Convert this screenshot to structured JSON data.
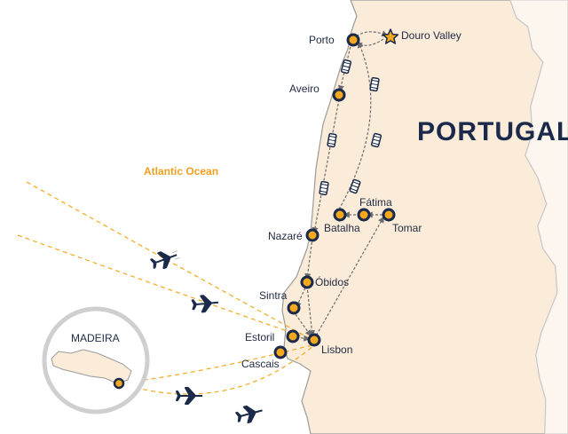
{
  "country_label": "PORTUGAL",
  "ocean_label": "Atlantic Ocean",
  "madeira_label": "MADEIRA",
  "colors": {
    "land": "#fbecd9",
    "coast": "#9a9a9a",
    "route": "#6b6b6b",
    "stop_fill": "#f4a81d",
    "stop_ring": "#1b2a4a",
    "flight": "#f4a81d",
    "plane": "#1b2a4a",
    "ocean_text": "#f0a020"
  },
  "cities": [
    {
      "name": "Porto",
      "key": "porto"
    },
    {
      "name": "Douro Valley",
      "key": "douro"
    },
    {
      "name": "Aveiro",
      "key": "aveiro"
    },
    {
      "name": "Fátima",
      "key": "fatima"
    },
    {
      "name": "Batalha",
      "key": "batalha"
    },
    {
      "name": "Tomar",
      "key": "tomar"
    },
    {
      "name": "Nazaré",
      "key": "nazare"
    },
    {
      "name": "Óbidos",
      "key": "obidos"
    },
    {
      "name": "Sintra",
      "key": "sintra"
    },
    {
      "name": "Estoril",
      "key": "estoril"
    },
    {
      "name": "Lisbon",
      "key": "lisbon"
    },
    {
      "name": "Cascais",
      "key": "cascais"
    }
  ],
  "icons": [
    "star-icon",
    "bus-icon",
    "airplane-icon"
  ]
}
